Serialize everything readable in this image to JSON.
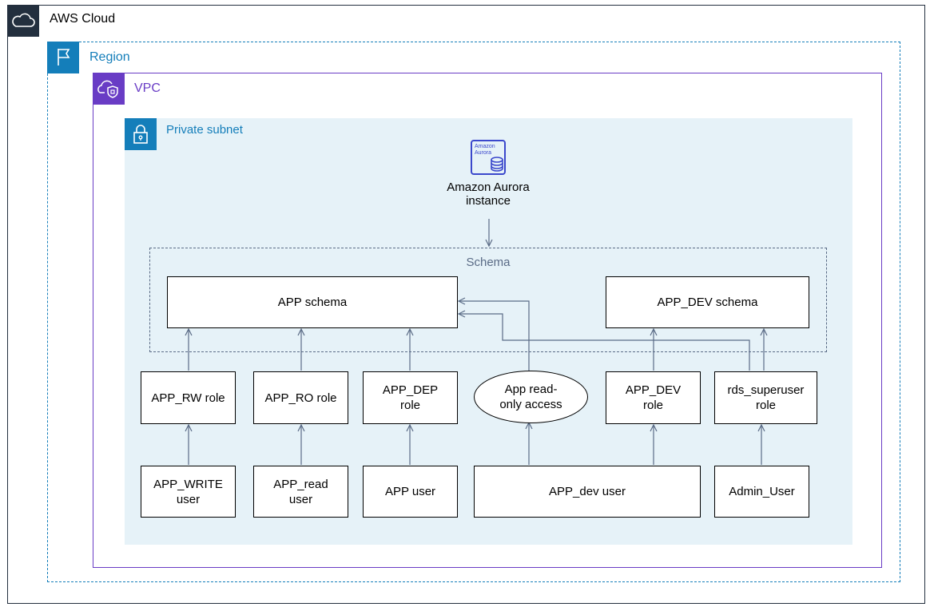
{
  "containers": {
    "aws_cloud": "AWS Cloud",
    "region": "Region",
    "vpc": "VPC",
    "private_subnet": "Private subnet",
    "schema": "Schema"
  },
  "aurora": {
    "icon_text_1": "Amazon",
    "icon_text_2": "Aurora",
    "label_1": "Amazon Aurora",
    "label_2": "instance"
  },
  "schemas": {
    "app": "APP schema",
    "app_dev": "APP_DEV schema"
  },
  "roles": {
    "rw": "APP_RW role",
    "ro": "APP_RO role",
    "dep_1": "APP_DEP",
    "dep_2": "role",
    "readonly_1": "App read-",
    "readonly_2": "only access",
    "dev_1": "APP_DEV",
    "dev_2": "role",
    "super_1": "rds_superuser",
    "super_2": "role"
  },
  "users": {
    "write_1": "APP_WRITE",
    "write_2": "user",
    "read_1": "APP_read",
    "read_2": "user",
    "app": "APP user",
    "dev": "APP_dev user",
    "admin": "Admin_User"
  },
  "colors": {
    "aws_cloud": "#232f3e",
    "region": "#147eba",
    "vpc": "#693cc5",
    "subnet_bg": "#e6f2f8",
    "aurora": "#3b48cc",
    "arrow": "#5a6b86"
  }
}
